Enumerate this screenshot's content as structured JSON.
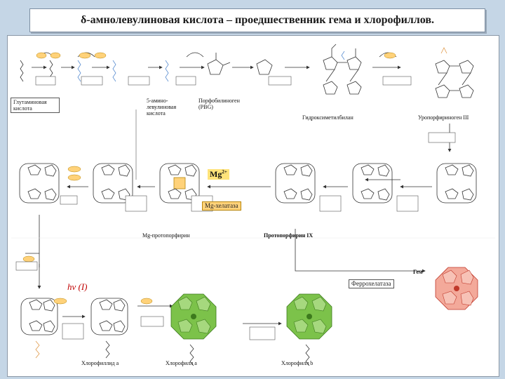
{
  "title": "δ-амнолевулиновая кислота – проедшественник гема и хлорофиллов.",
  "labels": {
    "glutamic_acid": "Глутаминовая кислота",
    "ala": "5-амино-левулиновая кислота",
    "pbg": "Порфобилиноген (PBG)",
    "hydroxymethylbilane": "Гидроксиметилбилан",
    "uroporphyrinogen": "Уропорфириноген III",
    "mg_ion": "Mg",
    "mg_sup": "2+",
    "mg_chelatase": "Mg-хелатаза",
    "mg_protoporphyrin": "Mg-протопорфирин",
    "protoporphyrin": "Протопорфирин IX",
    "heme": "Гем",
    "ferrochelatase": "Феррохелатаза",
    "hv": "hν (I)",
    "chlorophyllide": "Хлорофиллид а",
    "chlorophyll_a": "Хлорофилл а",
    "chlorophyll_b": "Хлорофилл b"
  },
  "colors": {
    "chlorophyll_ring": "#7cc24a",
    "heme_ring": "#f3a99a",
    "highlight": "#ffd27a",
    "mg_bg": "#ffe37a",
    "title_text": "#1a1a1a",
    "hv_text": "#c00000"
  }
}
